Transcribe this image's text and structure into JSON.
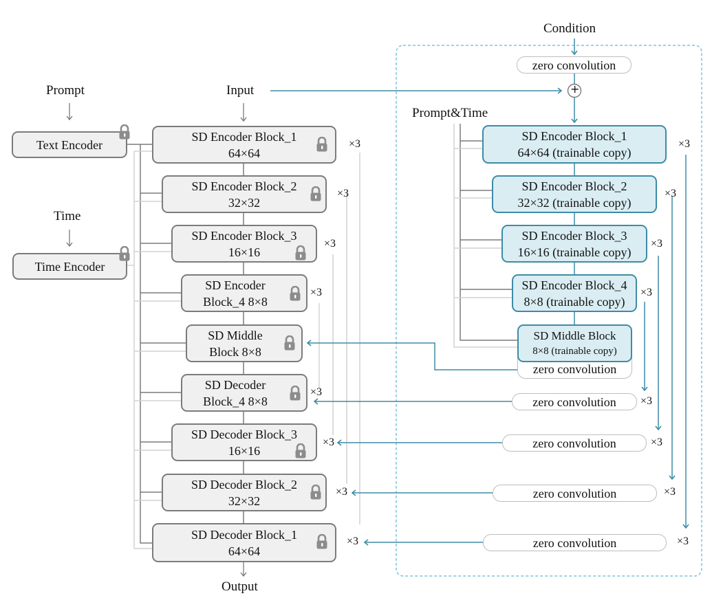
{
  "colors": {
    "teal": "#3d8ba5",
    "gray_line": "#7b7b7b",
    "light_gray_line": "#cfcfcf",
    "dashed_box": "#7cc3dd",
    "locked_fill": "#f0f0f0",
    "trainable_fill": "#daedf3"
  },
  "inputs": {
    "prompt": "Prompt",
    "time": "Time",
    "input": "Input",
    "condition": "Condition",
    "prompt_time": "Prompt&Time",
    "output": "Output"
  },
  "encoders": {
    "text": "Text Encoder",
    "time": "Time Encoder"
  },
  "locked_blocks": [
    {
      "l1": "SD Encoder Block_1",
      "l2": "64×64",
      "mult": "×3"
    },
    {
      "l1": "SD Encoder Block_2",
      "l2": "32×32",
      "mult": "×3"
    },
    {
      "l1": "SD Encoder Block_3",
      "l2": "16×16",
      "mult": "×3"
    },
    {
      "l1": "SD Encoder",
      "l2": "Block_4 8×8",
      "mult": "×3"
    },
    {
      "l1": "SD Middle",
      "l2": "Block 8×8",
      "mult": ""
    },
    {
      "l1": "SD Decoder",
      "l2": "Block_4 8×8",
      "mult": "×3"
    },
    {
      "l1": "SD Decoder Block_3",
      "l2": "16×16",
      "mult": "×3"
    },
    {
      "l1": "SD Decoder Block_2",
      "l2": "32×32",
      "mult": "×3"
    },
    {
      "l1": "SD Decoder Block_1",
      "l2": "64×64",
      "mult": "×3"
    }
  ],
  "trainable_blocks": [
    {
      "l1": "SD Encoder Block_1",
      "l2": "64×64 (trainable copy)",
      "mult": "×3"
    },
    {
      "l1": "SD Encoder Block_2",
      "l2": "32×32 (trainable copy)",
      "mult": "×3"
    },
    {
      "l1": "SD Encoder Block_3",
      "l2": "16×16 (trainable copy)",
      "mult": "×3"
    },
    {
      "l1": "SD Encoder Block_4",
      "l2": "8×8 (trainable copy)",
      "mult": "×3"
    },
    {
      "l1": "SD Middle Block",
      "l2": "8×8 (trainable copy)",
      "mult": ""
    }
  ],
  "zero_convs": [
    {
      "label": "zero convolution",
      "mult": ""
    },
    {
      "label": "zero convolution",
      "mult": ""
    },
    {
      "label": "zero convolution",
      "mult": "×3"
    },
    {
      "label": "zero convolution",
      "mult": "×3"
    },
    {
      "label": "zero convolution",
      "mult": "×3"
    },
    {
      "label": "zero convolution",
      "mult": "×3"
    }
  ],
  "plus_symbol": "+"
}
